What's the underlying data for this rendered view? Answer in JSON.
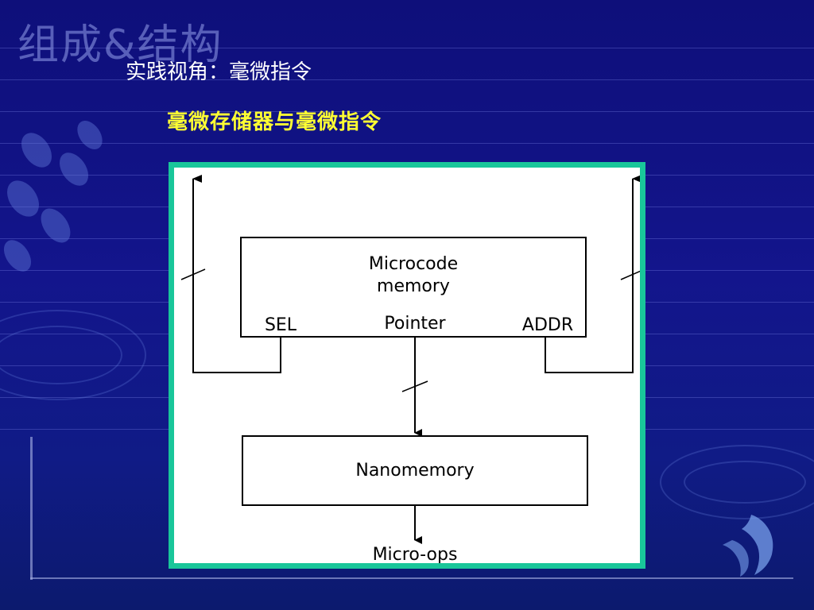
{
  "watermark_title": "组成&结构",
  "subtitle": "实践视角：毫微指令",
  "heading": "毫微存储器与毫微指令",
  "diagram": {
    "microcode_line1": "Microcode",
    "microcode_line2": "memory",
    "sel": "SEL",
    "pointer": "Pointer",
    "addr": "ADDR",
    "nanomemory": "Nanomemory",
    "output": "Micro-ops"
  },
  "colors": {
    "background": "#13158c",
    "heading": "#ffff33",
    "diagram_border": "#19c69a"
  }
}
